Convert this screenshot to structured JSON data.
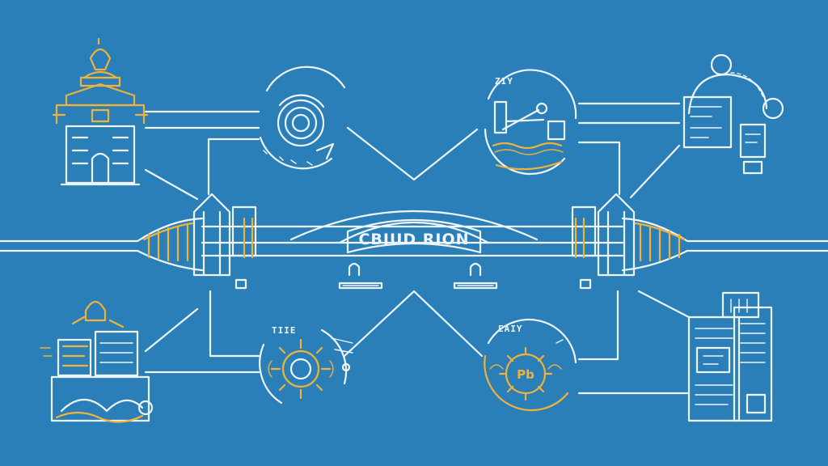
{
  "colors": {
    "background": "#2a7fb8",
    "line": "#eef6fb",
    "accent": "#f0b23a"
  },
  "banner": {
    "text": "CBIUD RION"
  },
  "labels": {
    "top_right_hub": "ZIY",
    "bottom_left_hub": "TIIE",
    "bottom_right_hub": "EAIY",
    "coin": "Pb"
  },
  "icons": [
    "temple-building-icon",
    "target-rings-icon",
    "tools-scene-icon",
    "cloud-device-icon",
    "desk-workstation-icon",
    "gear-sun-icon",
    "coin-gear-icon",
    "server-terminal-icon",
    "bridge-icon"
  ]
}
